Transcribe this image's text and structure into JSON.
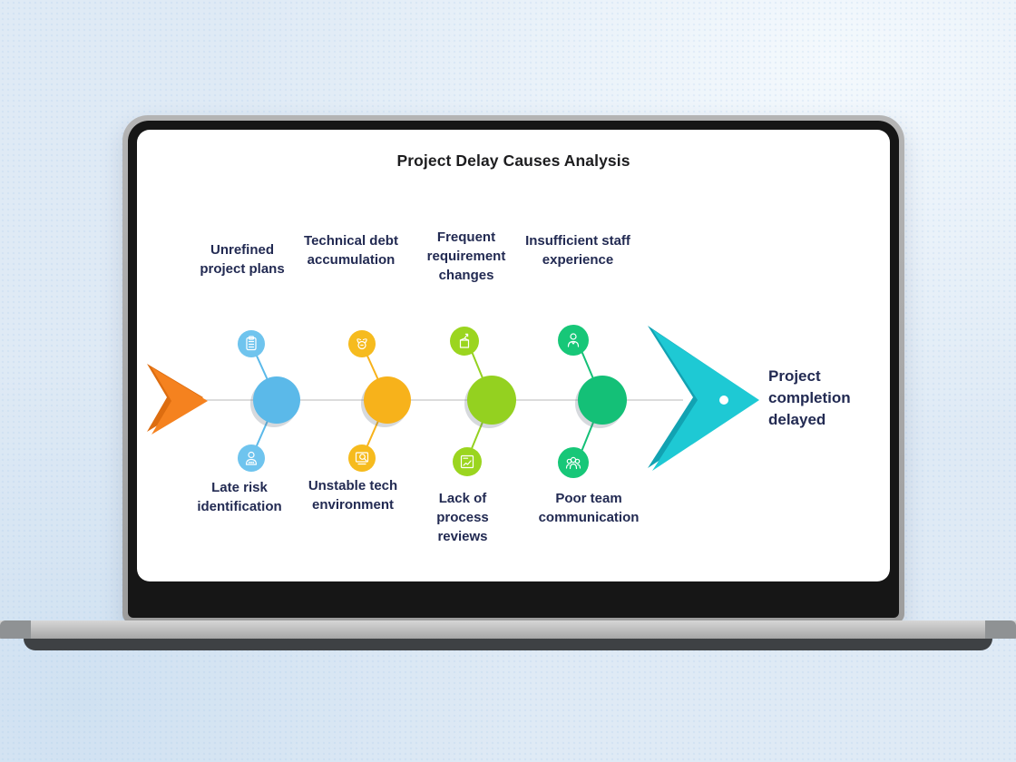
{
  "diagram": {
    "title": "Project Delay Causes Analysis",
    "effect": "Project completion delayed",
    "top_causes": [
      {
        "label": "Unrefined project plans",
        "icon": "clipboard-icon",
        "color": "#5bb9e9"
      },
      {
        "label": "Technical debt accumulation",
        "icon": "winged-money-icon",
        "color": "#f7b21b"
      },
      {
        "label": "Frequent requirement changes",
        "icon": "package-launch-icon",
        "color": "#94d120"
      },
      {
        "label": "Insufficient staff experience",
        "icon": "person-icon",
        "color": "#14c077"
      }
    ],
    "bottom_causes": [
      {
        "label": "Late risk identification",
        "icon": "person-search-icon",
        "color": "#5bb9e9"
      },
      {
        "label": "Unstable tech environment",
        "icon": "monitor-search-icon",
        "color": "#f7b21b"
      },
      {
        "label": "Lack of process reviews",
        "icon": "chart-report-icon",
        "color": "#94d120"
      },
      {
        "label": "Poor team communication",
        "icon": "team-icon",
        "color": "#14c077"
      }
    ],
    "colors": {
      "tail_arrow": "#f5821f",
      "tail_arrow_shadow": "#dd6d10",
      "head_arrow": "#1ec9d4",
      "head_arrow_shadow": "#12a2b2",
      "spine": "#dcdcdc",
      "text": "#222a52",
      "title_text": "#1d1d1f",
      "screen_background": "#ffffff",
      "page_background": "#dfeaf5"
    }
  }
}
